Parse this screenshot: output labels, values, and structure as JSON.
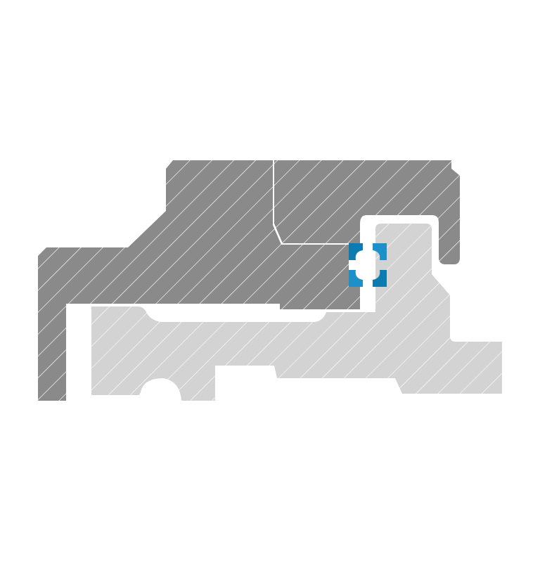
{
  "diagram": {
    "subject": "seal-groove-cross-section",
    "parts": [
      {
        "id": "housing",
        "fill": "#8a8a8a",
        "hatch": "#ffffff"
      },
      {
        "id": "shaft",
        "fill": "#d3d3d3",
        "hatch": "#ffffff"
      },
      {
        "id": "seal-ring",
        "fill": "#0b7bb0",
        "fill_light": "#1e90c8"
      }
    ],
    "background": "#ffffff",
    "labels": []
  }
}
